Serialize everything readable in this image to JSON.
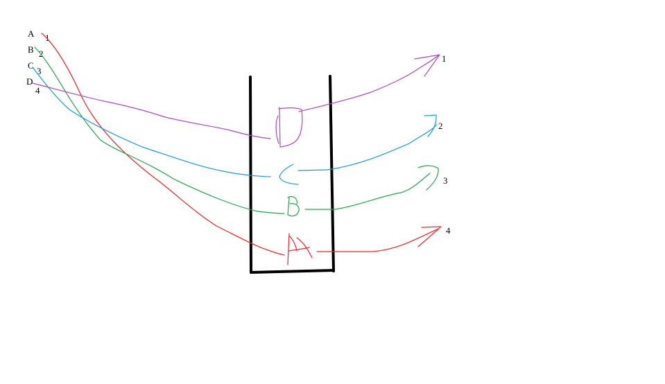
{
  "left_labels": {
    "letters": [
      "A",
      "B",
      "C",
      "D"
    ],
    "numbers": [
      "1",
      "2",
      "3",
      "4"
    ]
  },
  "right_labels": [
    "1",
    "2",
    "3",
    "4"
  ],
  "box_letters": [
    "D",
    "C",
    "B",
    "A"
  ],
  "colors": {
    "stack_outline": "#000000",
    "A": "#e8262a",
    "B": "#22a64a",
    "C": "#1a9ad6",
    "D": "#a84cba"
  }
}
